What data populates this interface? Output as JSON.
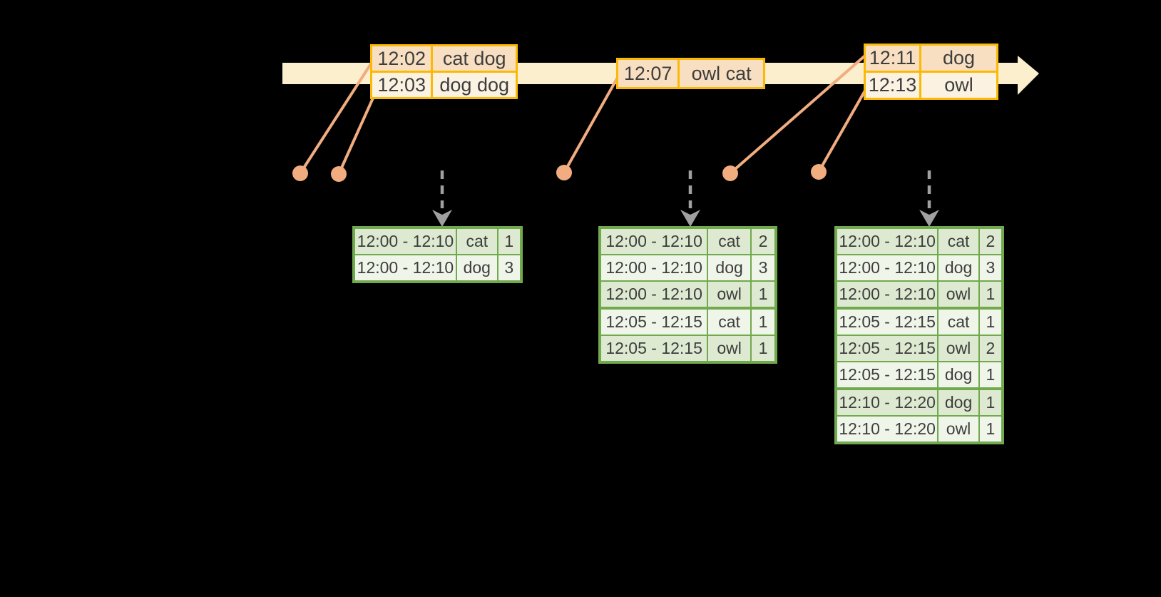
{
  "colors": {
    "gold": "#fbb905",
    "band": "#fbefce",
    "peach": "#f9dfc1",
    "cream": "#fcf2e2",
    "salmon": "#f1ac80",
    "green": "#71a94e",
    "greendark": "#dde9d0",
    "greenlight": "#f0f5ea",
    "gray": "#a0a0a0",
    "text": "#3d3d3d"
  },
  "timeline": {
    "events": [
      {
        "rows": [
          [
            "12:02",
            "cat dog"
          ],
          [
            "12:03",
            "dog dog"
          ]
        ]
      },
      {
        "rows": [
          [
            "12:07",
            "owl cat"
          ]
        ]
      },
      {
        "rows": [
          [
            "12:11",
            "dog"
          ],
          [
            "12:13",
            "owl"
          ]
        ]
      }
    ]
  },
  "result_tables": [
    {
      "rows": [
        [
          "12:00 - 12:10",
          "cat",
          "1"
        ],
        [
          "12:00 - 12:10",
          "dog",
          "3"
        ]
      ]
    },
    {
      "rows": [
        [
          "12:00 - 12:10",
          "cat",
          "2"
        ],
        [
          "12:00 - 12:10",
          "dog",
          "3"
        ],
        [
          "12:00 - 12:10",
          "owl",
          "1"
        ],
        [
          "12:05 - 12:15",
          "cat",
          "1"
        ],
        [
          "12:05 - 12:15",
          "owl",
          "1"
        ]
      ]
    },
    {
      "rows": [
        [
          "12:00 - 12:10",
          "cat",
          "2"
        ],
        [
          "12:00 - 12:10",
          "dog",
          "3"
        ],
        [
          "12:00 - 12:10",
          "owl",
          "1"
        ],
        [
          "12:05 - 12:15",
          "cat",
          "1"
        ],
        [
          "12:05 - 12:15",
          "owl",
          "2"
        ],
        [
          "12:05 - 12:15",
          "dog",
          "1"
        ],
        [
          "12:10 - 12:20",
          "dog",
          "1"
        ],
        [
          "12:10 - 12:20",
          "owl",
          "1"
        ]
      ]
    }
  ]
}
